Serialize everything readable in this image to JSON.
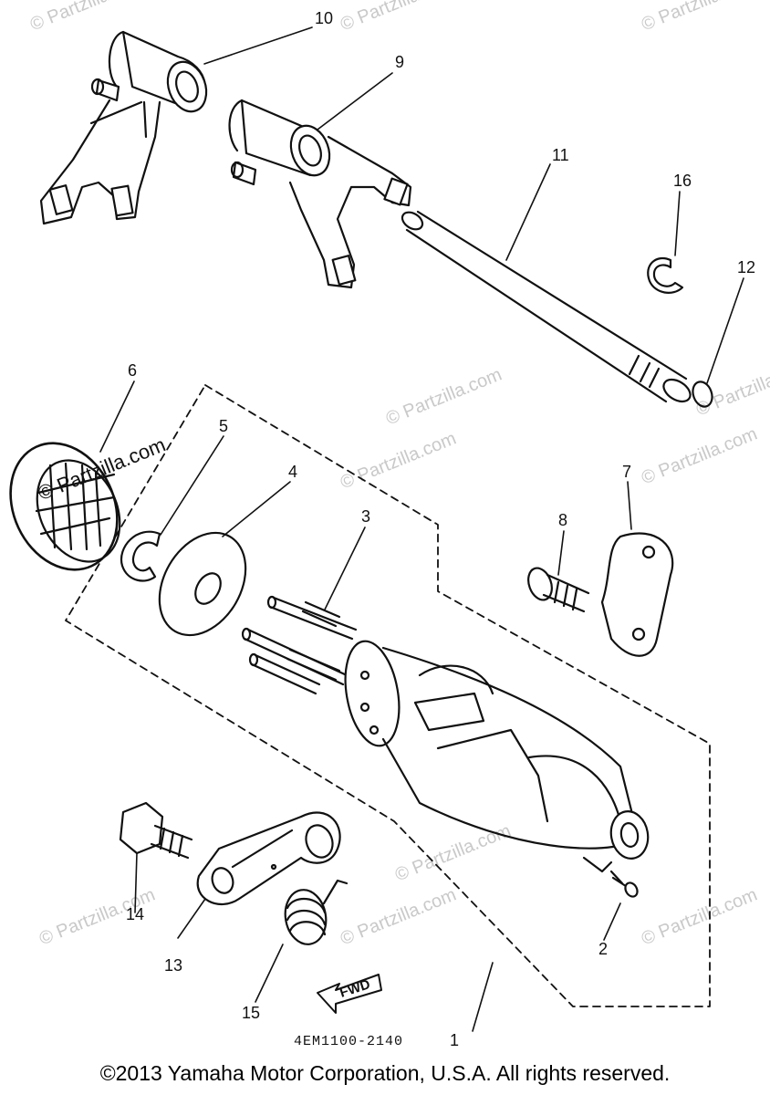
{
  "diagram": {
    "watermarks": {
      "site": "© Partzilla.com",
      "tiles": [
        "© Partzilla.com",
        "© Partzilla.com",
        "© Partzilla.com",
        "© Partzilla.com",
        "© Partzilla.com",
        "© Partzilla.com",
        "© Partzilla.com",
        "© Partzilla.com",
        "© Partzilla.com",
        "© Partzilla.com",
        "© Partzilla.com"
      ]
    },
    "callouts": {
      "p1": "1",
      "p2": "2",
      "p3": "3",
      "p4": "4",
      "p5": "5",
      "p6": "6",
      "p7": "7",
      "p8": "8",
      "p9": "9",
      "p10": "10",
      "p11": "11",
      "p12": "12",
      "p13": "13",
      "p14": "14",
      "p15": "15",
      "p16": "16"
    },
    "arrow_label": "FWD",
    "drawing_code": "4EM1100-2140",
    "copyright": "©2013 Yamaha Motor Corporation, U.S.A. All rights reserved."
  }
}
